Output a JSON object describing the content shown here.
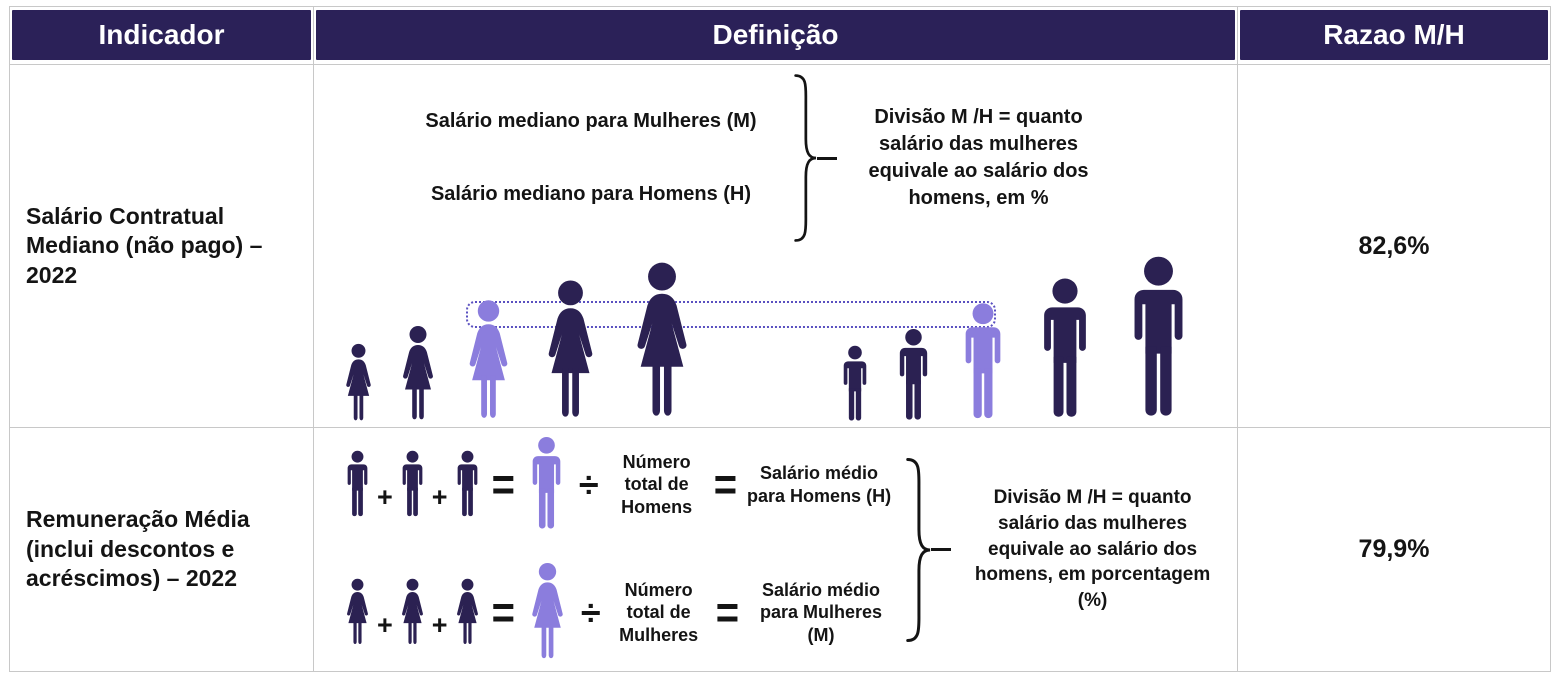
{
  "header": {
    "indicator": "Indicador",
    "definition": "Definição",
    "ratio": "Razao M/H"
  },
  "rows": [
    {
      "indicator": "Salário Contratual Mediano (não pago) – 2022",
      "definition": {
        "median_women": "Salário mediano para Mulheres (M)",
        "median_men": "Salário mediano para Homens (H)",
        "note": "Divisão M /H = quanto salário das mulheres equivale ao salário dos homens, em %"
      },
      "ratio": "82,6%"
    },
    {
      "indicator": "Remuneração Média (inclui descontos e acréscimos) – 2022",
      "definition": {
        "men_count_label": "Número total de Homens",
        "men_avg_label": "Salário médio para Homens (H)",
        "women_count_label": "Número total de Mulheres",
        "women_avg_label": "Salário médio para Mulheres (M)",
        "note": "Divisão M /H = quanto salário das mulheres equivale ao salário dos homens, em porcentagem (%)"
      },
      "ratio": "79,9%"
    }
  ],
  "symbols": {
    "plus": "+",
    "equals": "=",
    "divide": "÷"
  },
  "icons": {
    "woman_dark": "woman-silhouette-icon",
    "woman_highlight": "highlighted-woman-silhouette-icon",
    "man_dark": "man-silhouette-icon",
    "man_highlight": "highlighted-man-silhouette-icon",
    "brace": "curly-brace-icon",
    "dashed_link": "median-connector-dashed-box"
  },
  "colors": {
    "header_bg": "#2b2158",
    "dark_person": "#2b2152",
    "light_person": "#8b7ddd",
    "dashed_line": "#5a50c0",
    "text": "#141414",
    "grid_line": "#c8c8c8",
    "header_text": "#ffffff"
  }
}
